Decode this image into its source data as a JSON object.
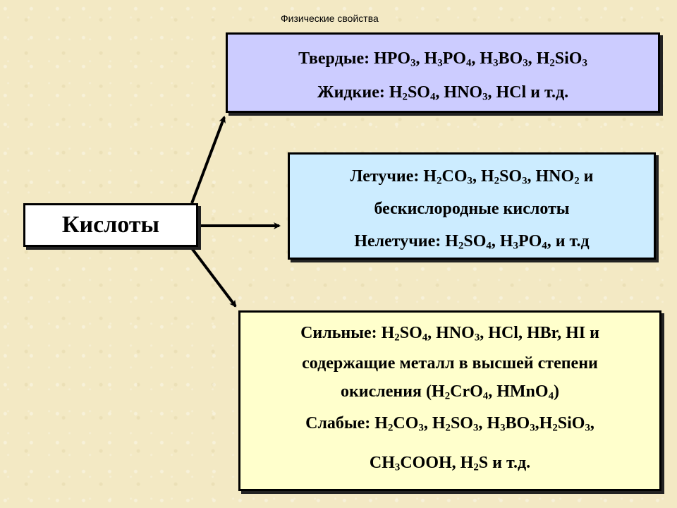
{
  "top_title": "Физические свойства",
  "acids": {
    "label": "Кислоты"
  },
  "physical": {
    "solid_label": "Твердые:",
    "solid_items": [
      {
        "t": "HPO"
      },
      {
        "s": "3"
      },
      {
        "t": ", H"
      },
      {
        "s": "3"
      },
      {
        "t": "PO"
      },
      {
        "s": "4"
      },
      {
        "t": ", H"
      },
      {
        "s": "3"
      },
      {
        "t": "BO"
      },
      {
        "s": "3"
      },
      {
        "t": ", H"
      },
      {
        "s": "2"
      },
      {
        "t": "SiO"
      },
      {
        "s": "3"
      }
    ],
    "liquid_label": "Жидкие:",
    "liquid_items": [
      {
        "t": "H"
      },
      {
        "s": "2"
      },
      {
        "t": "SO"
      },
      {
        "s": "4"
      },
      {
        "t": ", HNO"
      },
      {
        "s": "3"
      },
      {
        "t": ", HCl и т.д."
      }
    ]
  },
  "volatility": {
    "volatile_label": "Летучие:",
    "volatile_items": [
      {
        "t": "H"
      },
      {
        "s": "2"
      },
      {
        "t": "CO"
      },
      {
        "s": "3"
      },
      {
        "t": ", H"
      },
      {
        "s": "2"
      },
      {
        "t": "SO"
      },
      {
        "s": "3"
      },
      {
        "t": ", HNO"
      },
      {
        "s": "2"
      },
      {
        "t": " и"
      }
    ],
    "volatile_cont": "бескислородные кислоты",
    "nonvolatile_label": "Нелетучие:",
    "nonvolatile_items": [
      {
        "t": "H"
      },
      {
        "s": "2"
      },
      {
        "t": "SO"
      },
      {
        "s": "4"
      },
      {
        "t": ", H"
      },
      {
        "s": "3"
      },
      {
        "t": "PO"
      },
      {
        "s": "4"
      },
      {
        "t": ",  и т.д"
      }
    ]
  },
  "strength": {
    "strong_label": "Сильные:",
    "strong_items": [
      {
        "t": "H"
      },
      {
        "s": "2"
      },
      {
        "t": "SO"
      },
      {
        "s": "4"
      },
      {
        "t": ", HNO"
      },
      {
        "s": "3"
      },
      {
        "t": ", HCl, HBr, HI и"
      }
    ],
    "strong_cont": "содержащие металл в высшей степени",
    "strong_cont2_items": [
      {
        "t": "окисления (H"
      },
      {
        "s": "2"
      },
      {
        "t": "CrO"
      },
      {
        "s": "4"
      },
      {
        "t": ", HMnO"
      },
      {
        "s": "4"
      },
      {
        "t": ")"
      }
    ],
    "weak_label": "Слабые:",
    "weak_items": [
      {
        "t": "H"
      },
      {
        "s": "2"
      },
      {
        "t": "CO"
      },
      {
        "s": "3"
      },
      {
        "t": ", H"
      },
      {
        "s": "2"
      },
      {
        "t": "SO"
      },
      {
        "s": "3"
      },
      {
        "t": ", H"
      },
      {
        "s": "3"
      },
      {
        "t": "BO"
      },
      {
        "s": "3"
      },
      {
        "t": ",H"
      },
      {
        "s": "2"
      },
      {
        "t": "SiO"
      },
      {
        "s": "3"
      },
      {
        "t": ","
      }
    ],
    "weak_cont_items": [
      {
        "t": "CH"
      },
      {
        "s": "3"
      },
      {
        "t": "COOH, H"
      },
      {
        "s": "2"
      },
      {
        "t": "S и т.д."
      }
    ]
  }
}
